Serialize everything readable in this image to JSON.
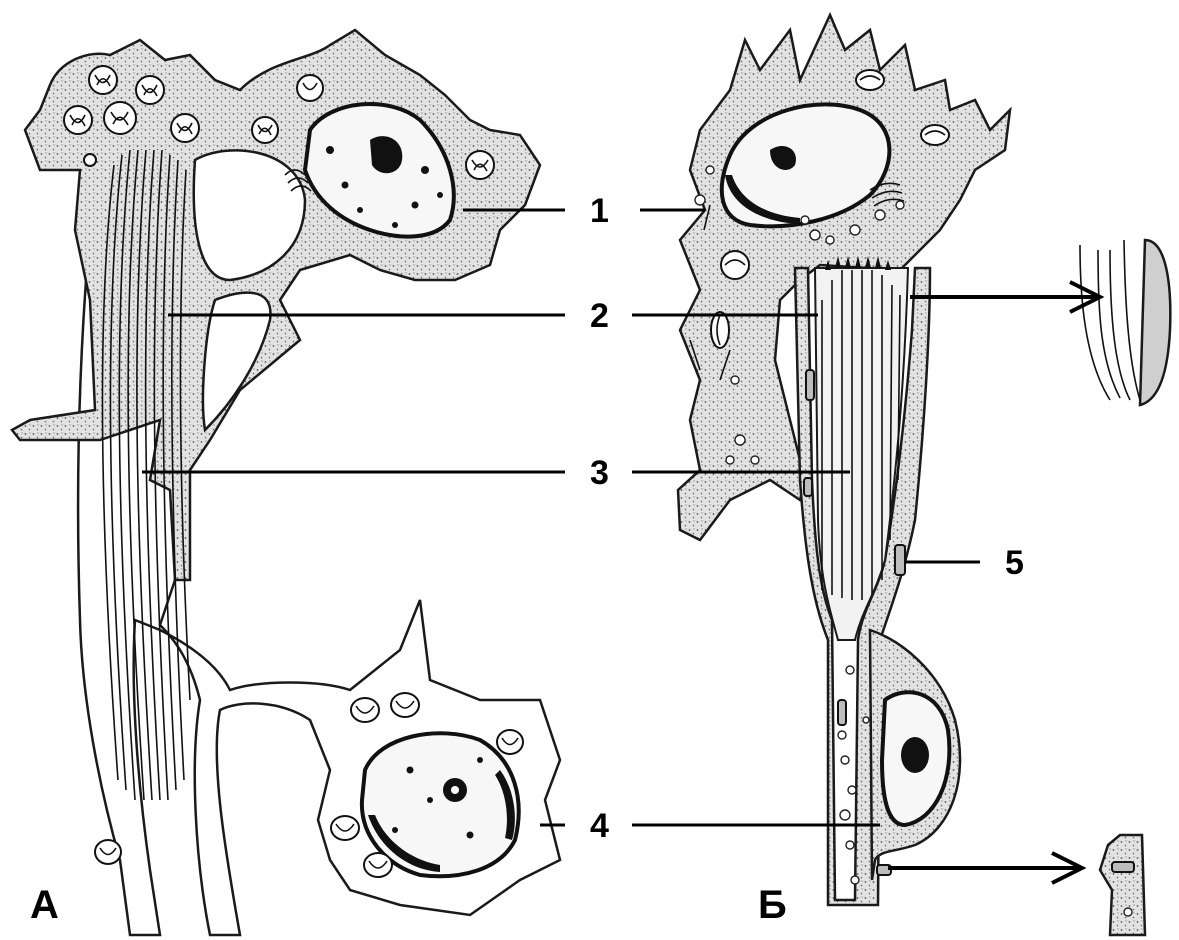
{
  "labels": {
    "l1": "1",
    "l2": "2",
    "l3": "3",
    "l4": "4",
    "l5": "5"
  },
  "panels": {
    "a": "А",
    "b": "Б"
  },
  "colors": {
    "ink": "#000000",
    "cytoplasm": "#d9d9d9",
    "background": "#ffffff"
  }
}
